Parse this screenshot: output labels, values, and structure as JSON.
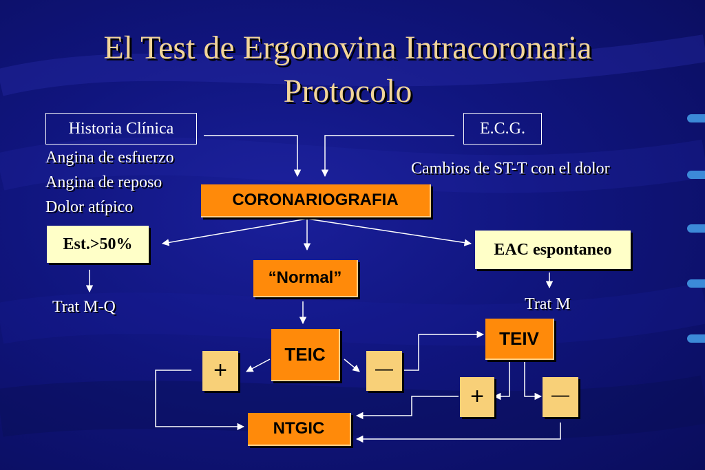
{
  "title": {
    "line1": "El Test de Ergonovina Intracoronaria",
    "line2": "Protocolo"
  },
  "inputs": {
    "historia": "Historia Clínica",
    "ecg": "E.C.G."
  },
  "historia_items": [
    "Angina de esfuerzo",
    "Angina de reposo",
    "Dolor atípico"
  ],
  "ecg_note": "Cambios de ST-T con el dolor",
  "nodes": {
    "coronariografia": "CORONARIOGRAFIA",
    "estenosis": "Est.>50%",
    "normal": "“Normal”",
    "eac": "EAC espontaneo",
    "trat_mq": "Trat M-Q",
    "trat_m": "Trat M",
    "teic": "TEIC",
    "teiv": "TEIV",
    "teic_pos": "+",
    "teic_neg": "—",
    "teiv_pos": "+",
    "teiv_neg": "—",
    "ntgic": "NTGIC"
  },
  "colors": {
    "background": "#10157e",
    "title": "#f2d59a",
    "orange_box": "#ff8a0a",
    "yellow_box": "#ffffc8",
    "sign_box": "#f8d078",
    "accent_ticks": "#3c8ad8"
  }
}
